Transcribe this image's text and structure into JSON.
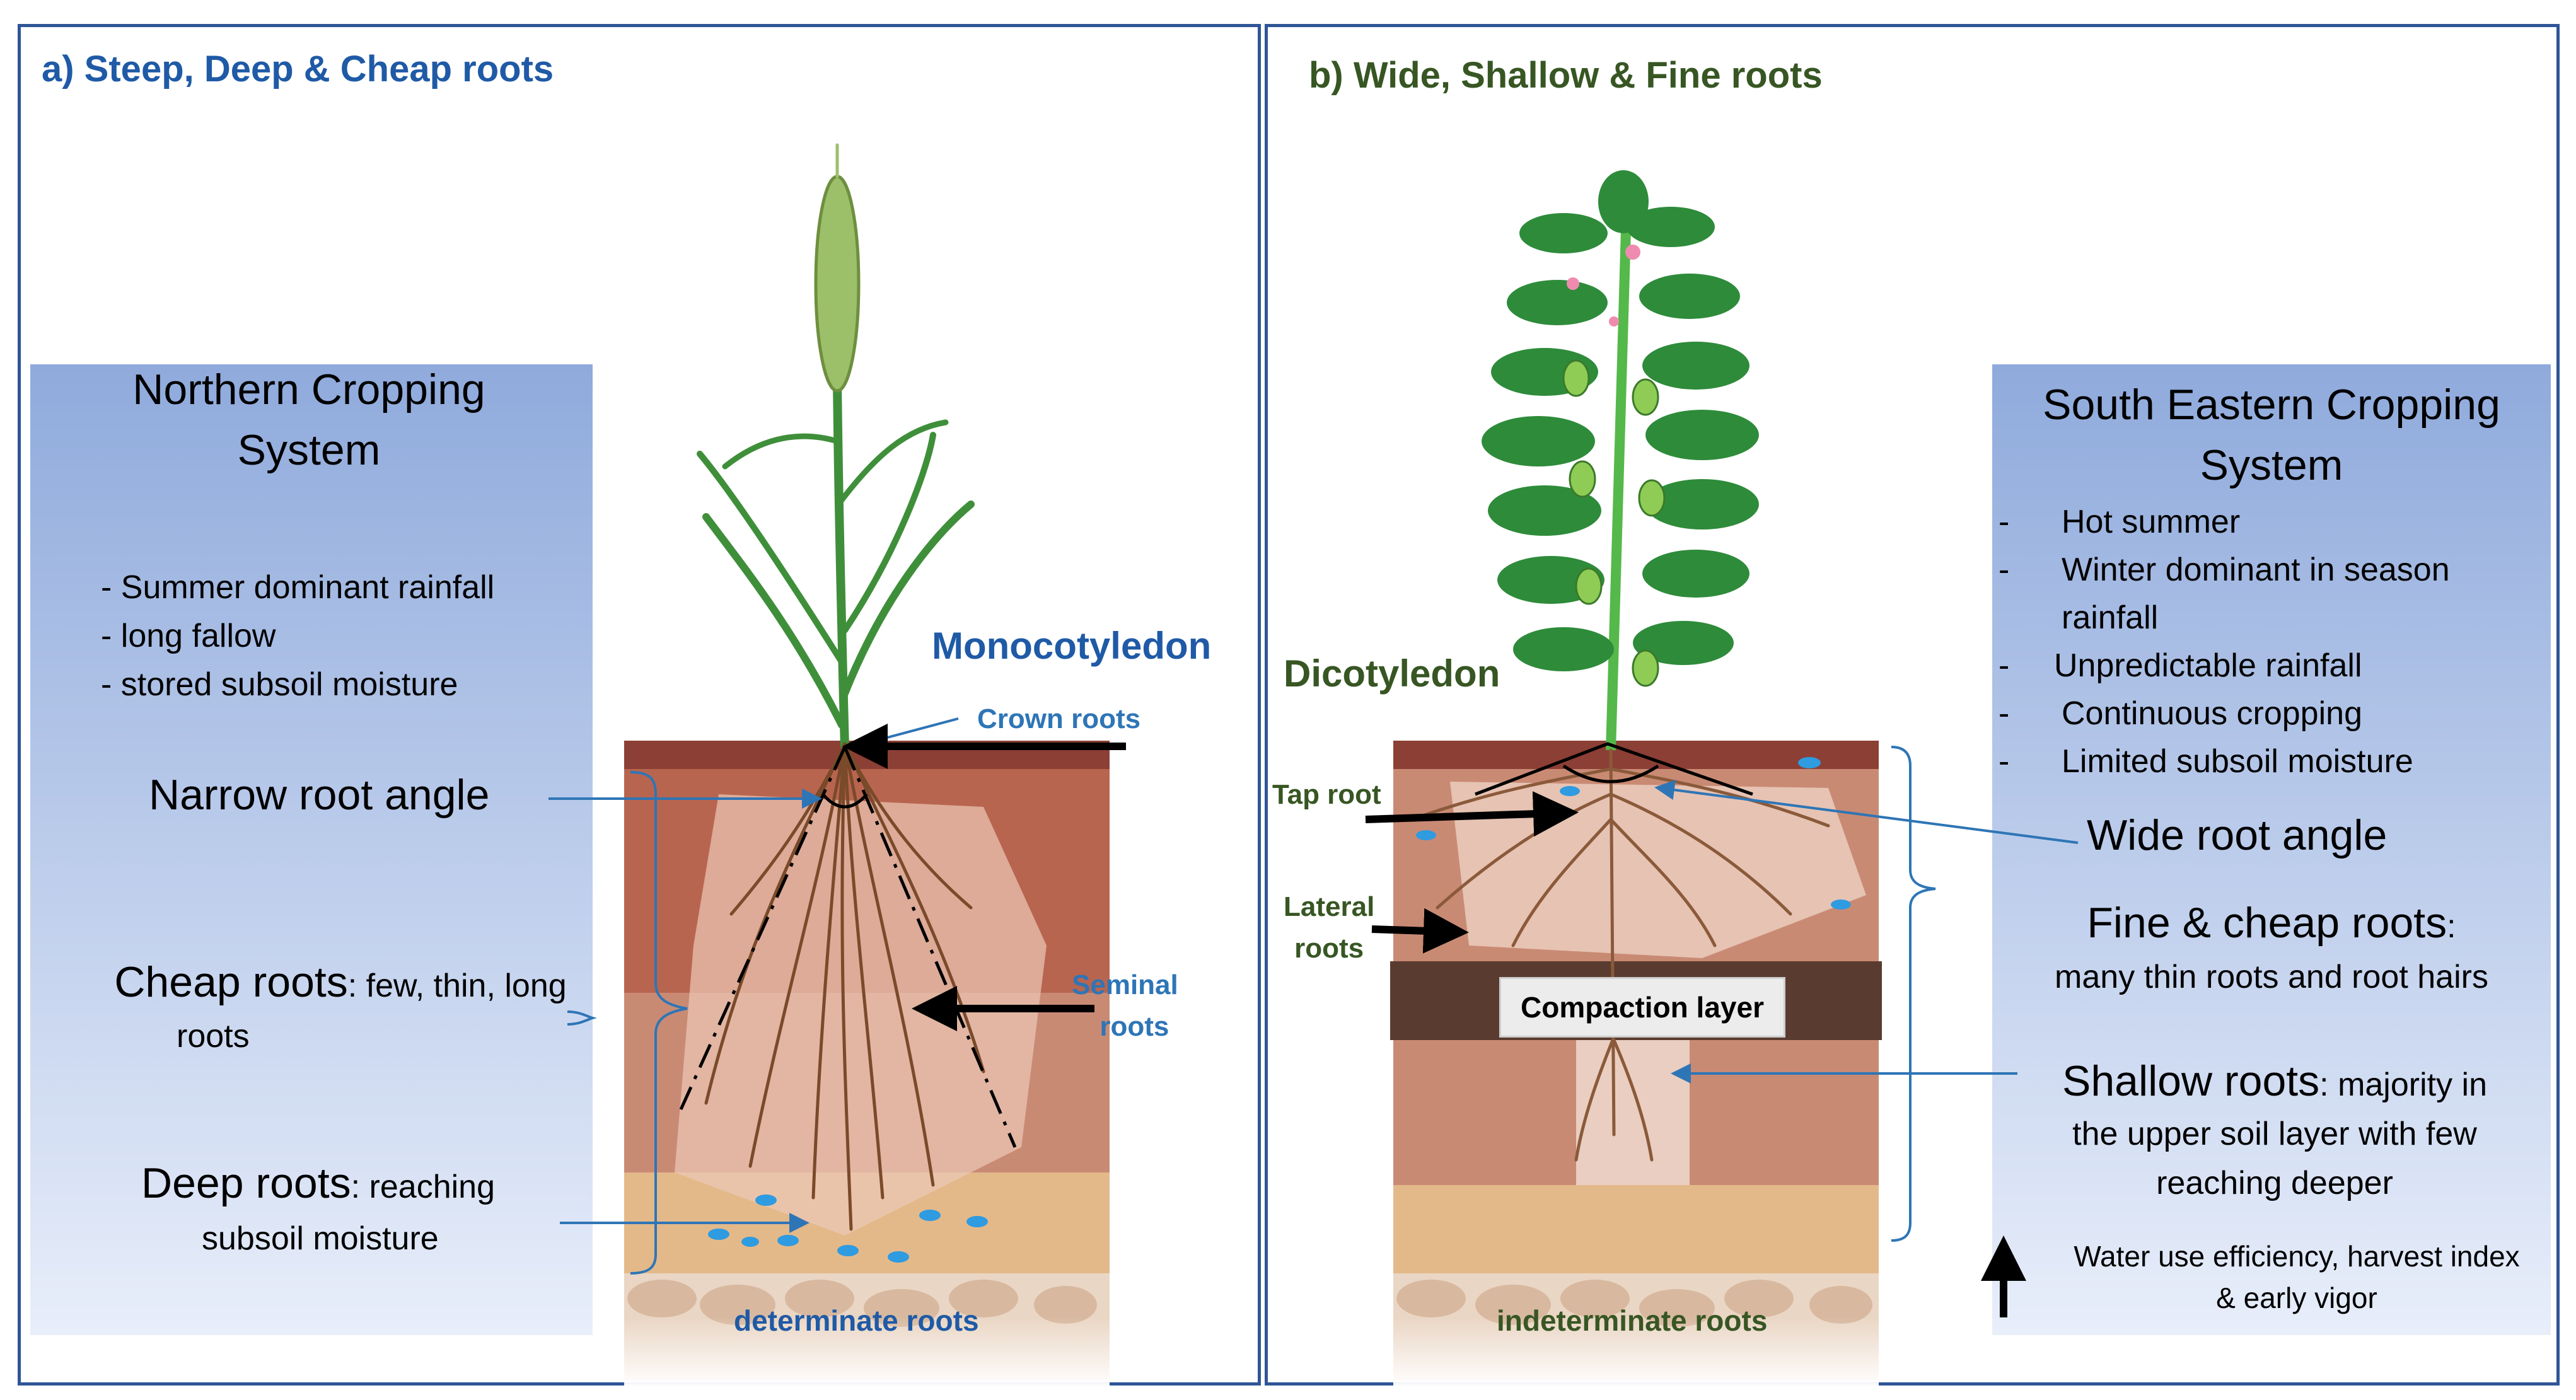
{
  "panel_a": {
    "title": "a) Steep, Deep & Cheap roots",
    "box_heading_line1": "Northern Cropping",
    "box_heading_line2": "System",
    "bullets": [
      "- Summer dominant rainfall",
      "- long fallow",
      "- stored subsoil moisture"
    ],
    "narrow_root_angle": "Narrow root angle",
    "cheap_roots_head": "Cheap roots",
    "cheap_roots_desc1": ": few, thin, long",
    "cheap_roots_desc2": "roots",
    "deep_roots_head": "Deep roots",
    "deep_roots_desc1": ": reaching",
    "deep_roots_desc2": "subsoil moisture",
    "plant_type": "Monocotyledon",
    "crown_roots": "Crown roots",
    "seminal_line1": "Seminal",
    "seminal_line2": "roots",
    "determinate": "determinate roots"
  },
  "panel_b": {
    "title": "b) Wide, Shallow & Fine roots",
    "box_heading_line1": "South Eastern  Cropping",
    "box_heading_line2": "System",
    "bullets": [
      "Hot summer",
      "Winter dominant in season",
      "rainfall",
      "Unpredictable rainfall",
      "Continuous cropping",
      "Limited subsoil moisture"
    ],
    "wide_root_angle": "Wide root angle",
    "fine_roots_head": "Fine & cheap roots",
    "fine_roots_colon": ":",
    "fine_roots_desc": "many thin roots and root hairs",
    "shallow_roots_head": "Shallow roots",
    "shallow_roots_desc1": ": majority in",
    "shallow_roots_desc2": "the upper soil layer with few",
    "shallow_roots_desc3": "reaching deeper",
    "wue_line1": "Water use efficiency, harvest index",
    "wue_line2": "& early vigor",
    "plant_type": "Dicotyledon",
    "tap_root": "Tap root",
    "lateral_line1": "Lateral",
    "lateral_line2": "roots",
    "compaction": "Compaction layer",
    "indeterminate": "indeterminate roots"
  },
  "colors": {
    "frame": "#2f5597",
    "title_a": "#1f5aa6",
    "title_b": "#375623",
    "label_blue": "#2e75b6",
    "label_green": "#375623",
    "soil_top": "#a65a48",
    "soil_mid": "#c98a74",
    "sand": "#e3b98a",
    "root": "#8a5a3a"
  }
}
